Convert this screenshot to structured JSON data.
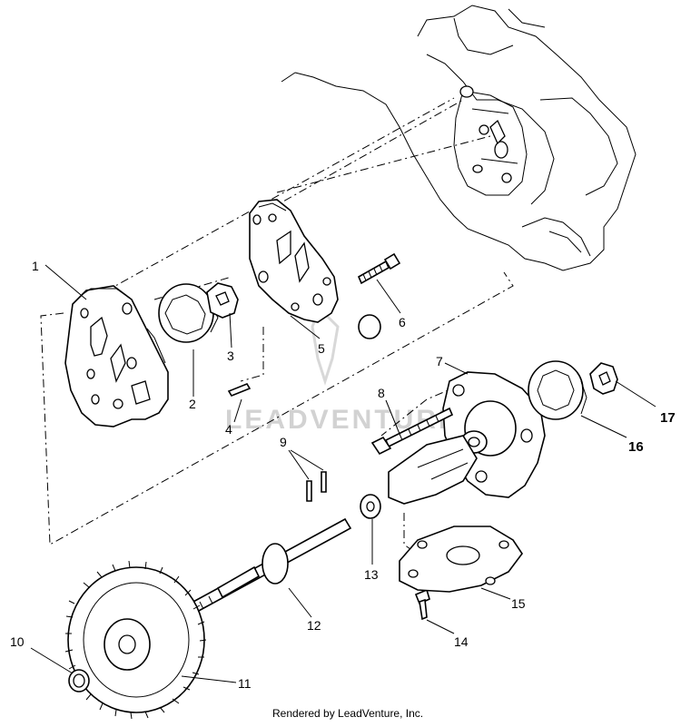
{
  "diagram": {
    "callouts": [
      {
        "id": "1",
        "text": "1"
      },
      {
        "id": "2",
        "text": "2"
      },
      {
        "id": "3",
        "text": "3"
      },
      {
        "id": "4",
        "text": "4"
      },
      {
        "id": "5",
        "text": "5"
      },
      {
        "id": "6",
        "text": "6"
      },
      {
        "id": "7",
        "text": "7"
      },
      {
        "id": "8",
        "text": "8"
      },
      {
        "id": "9",
        "text": "9"
      },
      {
        "id": "10",
        "text": "10"
      },
      {
        "id": "11",
        "text": "11"
      },
      {
        "id": "12",
        "text": "12"
      },
      {
        "id": "13",
        "text": "13"
      },
      {
        "id": "14",
        "text": "14"
      },
      {
        "id": "15",
        "text": "15"
      },
      {
        "id": "16",
        "text": "16"
      },
      {
        "id": "17",
        "text": "17"
      }
    ],
    "watermark": "LEADVENTURE",
    "footer": "Rendered by LeadVenture, Inc."
  }
}
